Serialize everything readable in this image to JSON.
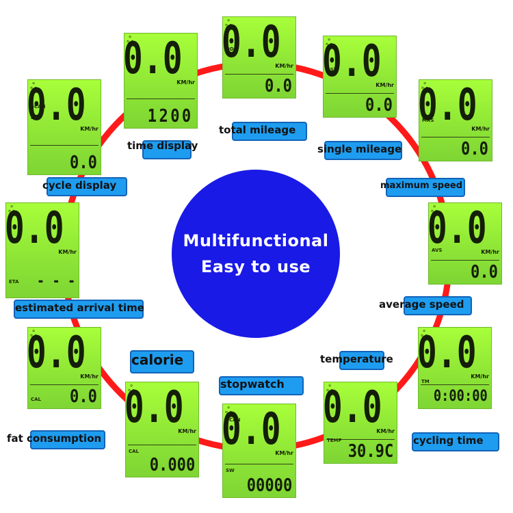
{
  "center": {
    "line1": "Multifunctional",
    "line2": "Easy to use"
  },
  "colors": {
    "ring": "#ff1a1a",
    "center": "#1a1ae6",
    "lcd": "#9cf23a",
    "tag": "#1e9df0"
  },
  "displays": [
    {
      "id": "odo",
      "mode": "ODO",
      "speed": "0.0",
      "unit": "KM/hr",
      "bottom": "0.0",
      "label": "total mileage"
    },
    {
      "id": "dst",
      "mode": "DST",
      "speed": "0.0",
      "unit": "KM/hr",
      "bottom": "0.0",
      "label": "single mileage"
    },
    {
      "id": "mxs",
      "mode": "MXS",
      "speed": "0.0",
      "unit": "KM/hr",
      "bottom": "0.0",
      "label": "maximum speed"
    },
    {
      "id": "avs",
      "mode": "AVS",
      "speed": "0.0",
      "unit": "KM/hr",
      "bottom": "0.0",
      "label": "average speed"
    },
    {
      "id": "tm",
      "mode": "TM",
      "speed": "0.0",
      "unit": "KM/hr",
      "bottom": "0:00:00",
      "label": "cycling time"
    },
    {
      "id": "temp",
      "mode": "TEMP",
      "speed": "0.0",
      "unit": "KM/hr",
      "bottom": "30.9C",
      "label": "temperature"
    },
    {
      "id": "sw",
      "mode": "SW",
      "speed": "0.0",
      "unit": "KM/hr",
      "bottom": "00000",
      "label": "stopwatch"
    },
    {
      "id": "cal",
      "mode": "CAL",
      "speed": "0.0",
      "unit": "KM/hr",
      "bottom": "0.000",
      "label": "calorie"
    },
    {
      "id": "fat",
      "mode": "CAL",
      "speed": "0.0",
      "unit": "KM/hr",
      "bottom": "0.0",
      "label": "fat consumption"
    },
    {
      "id": "eta",
      "mode": "ETA",
      "speed": "0.0",
      "unit": "KM/hr",
      "bottom": "- - -",
      "label": "estimated arrival time"
    },
    {
      "id": "scan",
      "mode": "SCAN",
      "speed": "0.0",
      "unit": "KM/hr",
      "bottom": "0.0",
      "label": "cycle display"
    },
    {
      "id": "clock",
      "mode": "",
      "speed": "0.0",
      "unit": "KM/hr",
      "bottom": "1200",
      "label": "time display"
    }
  ],
  "scan_sub": "DST"
}
